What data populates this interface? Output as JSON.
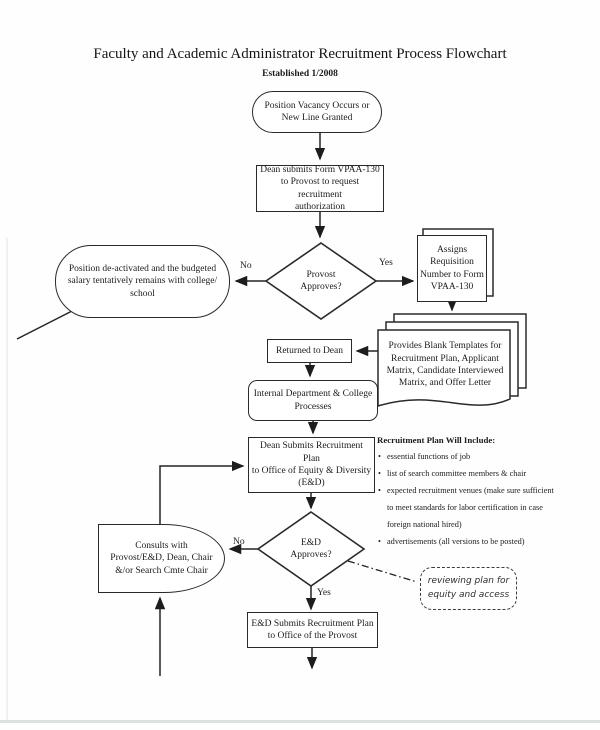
{
  "page": {
    "title": "Faculty and Academic Administrator Recruitment Process Flowchart",
    "subtitle": "Established 1/2008"
  },
  "nodes": {
    "start": "Position Vacancy Occurs or\nNew Line Granted",
    "dean_submits_form": "Dean submits Form VPAA-130\nto Provost to request recruitment\nauthorization",
    "provost_approves": "Provost\nApproves?",
    "position_deactivated": "Position de-activated and the budgeted\nsalary tentatively remains with college/\nschool",
    "assigns_requisition": "Assigns\nRequisition\nNumber to Form\nVPAA-130",
    "blank_templates": "Provides Blank Templates for\nRecruitment Plan, Applicant\nMatrix, Candidate Interviewed\nMatrix, and Offer Letter",
    "returned_to_dean": "Returned to Dean",
    "internal_processes": "Internal Department & College\nProcesses",
    "dean_submits_plan": "Dean Submits Recruitment Plan\nto Office of Equity & Diversity\n(E&D)",
    "ed_approves": "E&D\nApproves?",
    "consults": "Consults with\nProvost/E&D, Dean, Chair\n&/or Search Cmte Chair",
    "ed_submits_plan": "E&D Submits Recruitment Plan\nto Office of the Provost",
    "review_note": "reviewing plan for\nequity and access"
  },
  "labels": {
    "no1": "No",
    "yes1": "Yes",
    "no2": "No",
    "yes2": "Yes"
  },
  "note": {
    "header": "Recruitment Plan Will Include:",
    "bullets": [
      "essential functions of job",
      "list of search committee members & chair",
      "expected recruitment venues (make sure sufficient to meet standards for labor certification in case foreign national hired)",
      "advertisements (all versions to be posted)"
    ]
  },
  "colors": {
    "ink": "#2a2a2a",
    "page_edge": "#dde1e1"
  }
}
